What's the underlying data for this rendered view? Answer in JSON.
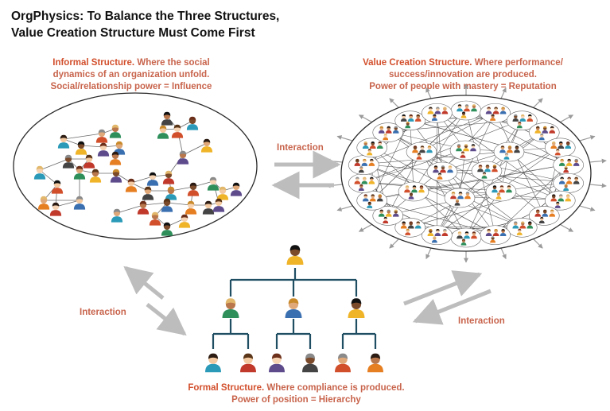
{
  "title": {
    "line1": "OrgPhysics: To Balance the Three Structures,",
    "line2": "Value Creation Structure Must Come First"
  },
  "informal": {
    "heading": "Informal Structure.",
    "text1": " Where the social",
    "text2": "dynamics of an organization unfold.",
    "text3": "Social/relationship power = Influence"
  },
  "value_creation": {
    "heading": "Value Creation Structure.",
    "text1": " Where performance/",
    "text2": "success/innovation are produced.",
    "text3": "Power of people with mastery = Reputation"
  },
  "formal": {
    "heading": "Formal Structure.",
    "text1": " Where compliance is produced.",
    "text2": "Power of position = Hierarchy"
  },
  "interactions": {
    "top": "Interaction",
    "left": "Interaction",
    "right": "Interaction"
  },
  "colors": {
    "accent": "#d24f2c",
    "caption": "#c8644c",
    "tree_line": "#1f4e63",
    "arrow": "#bdbdbd",
    "network_line": "#6a6a6a"
  },
  "icons": {
    "person": "person-avatar-icon",
    "arrow": "double-arrow-icon"
  }
}
